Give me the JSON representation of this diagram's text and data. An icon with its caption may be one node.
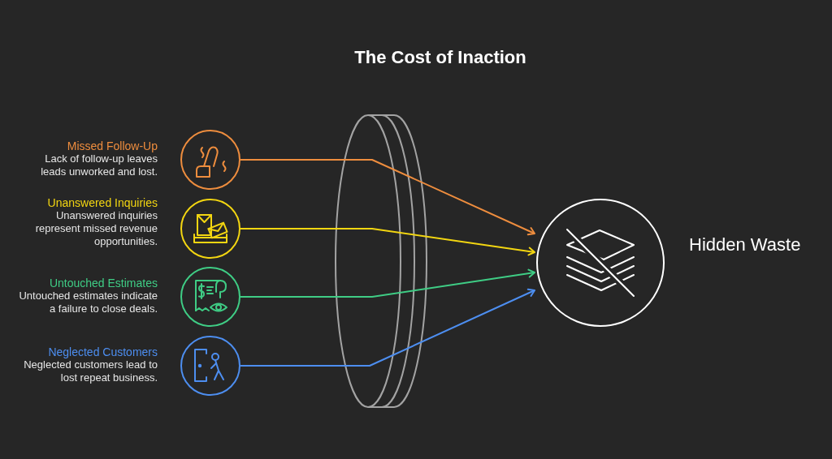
{
  "diagram": {
    "title": "The Cost of Inaction",
    "nodes": [
      {
        "text": [
          "Missed Follow-Up",
          "Lack of follow-up leaves leads unworked and lost."
        ]
      },
      {
        "text": [
          "Unanswered Inquiries",
          "Unanswered inquiries represent missed revenue opportunities."
        ]
      },
      {
        "text": [
          "Untouched Estimates",
          "Untouched estimates indicate a failure to close deals."
        ]
      },
      {
        "text": [
          "Neglected Customers",
          "Neglected customers lead to lost repeat business."
        ]
      },
      {
        "text": [
          "Hidden Waste"
        ]
      }
    ],
    "edges": [
      {
        "from": 0,
        "to": 4,
        "arrow": "to",
        "color": "#ee8d3e"
      },
      {
        "from": 1,
        "to": 4,
        "arrow": "to",
        "color": "#f3d611"
      },
      {
        "from": 2,
        "to": 4,
        "arrow": "to",
        "color": "#3fcd85"
      },
      {
        "from": 3,
        "to": 4,
        "arrow": "to",
        "color": "#4d8ef0"
      }
    ]
  }
}
